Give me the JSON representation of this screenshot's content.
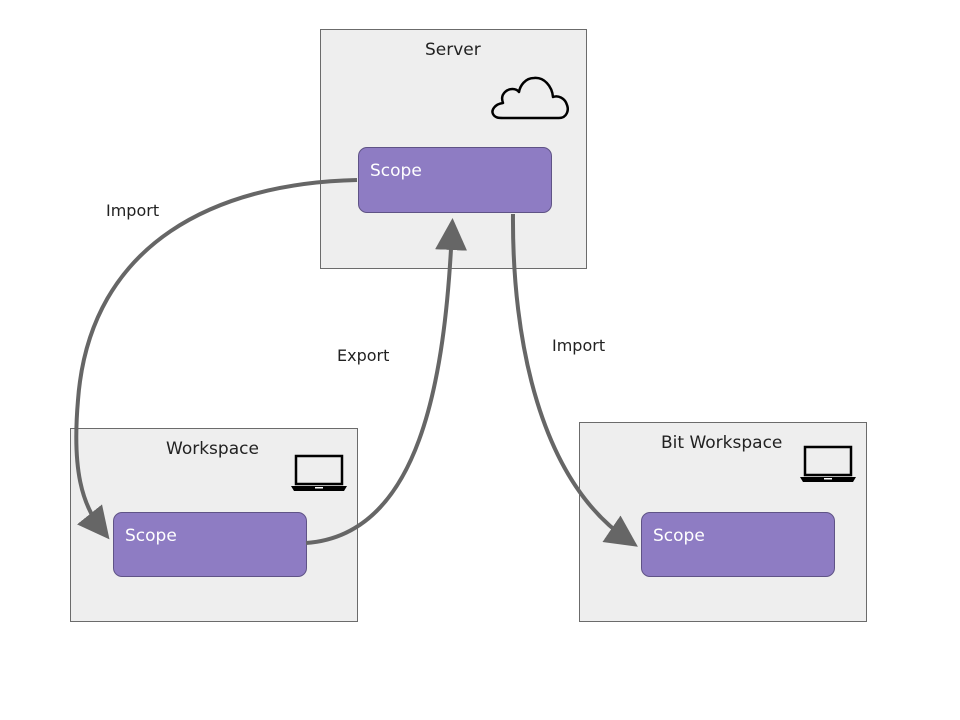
{
  "server": {
    "title": "Server",
    "icon": "cloud-icon",
    "scope_label": "Scope"
  },
  "workspace": {
    "title": "Workspace",
    "icon": "laptop-icon",
    "scope_label": "Scope"
  },
  "bit_workspace": {
    "title": "Bit Workspace",
    "icon": "laptop-icon",
    "scope_label": "Scope"
  },
  "edges": {
    "import_left": "Import",
    "export": "Export",
    "import_right": "Import"
  },
  "colors": {
    "container_bg": "#eeeeee",
    "scope_fill": "#8e7cc3",
    "arrow": "#666666"
  }
}
